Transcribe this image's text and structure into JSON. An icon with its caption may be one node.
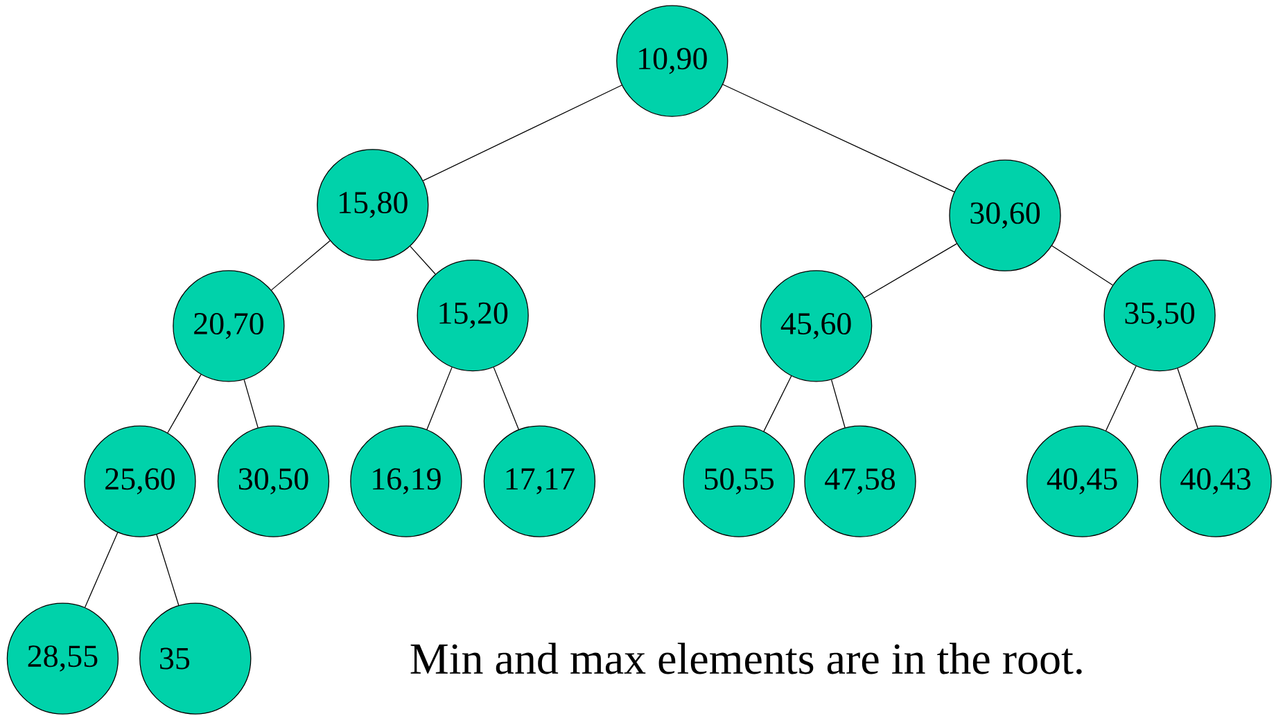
{
  "diagram": {
    "nodes": [
      {
        "text": [
          "10,90"
        ]
      },
      {
        "text": [
          "15,80"
        ]
      },
      {
        "text": [
          "30,60"
        ]
      },
      {
        "text": [
          "20,70"
        ]
      },
      {
        "text": [
          "15,20"
        ]
      },
      {
        "text": [
          "45,60"
        ]
      },
      {
        "text": [
          "35,50"
        ]
      },
      {
        "text": [
          "25,60"
        ]
      },
      {
        "text": [
          "30,50"
        ]
      },
      {
        "text": [
          "16,19"
        ]
      },
      {
        "text": [
          "17,17"
        ]
      },
      {
        "text": [
          "50,55"
        ]
      },
      {
        "text": [
          "47,58"
        ]
      },
      {
        "text": [
          "40,45"
        ]
      },
      {
        "text": [
          "40,43"
        ]
      },
      {
        "text": [
          "28,55"
        ]
      },
      {
        "text": [
          "35"
        ]
      }
    ],
    "edges": [
      {
        "from": 0,
        "to": 1,
        "arrow": "none"
      },
      {
        "from": 0,
        "to": 2,
        "arrow": "none"
      },
      {
        "from": 1,
        "to": 3,
        "arrow": "none"
      },
      {
        "from": 1,
        "to": 4,
        "arrow": "none"
      },
      {
        "from": 2,
        "to": 5,
        "arrow": "none"
      },
      {
        "from": 2,
        "to": 6,
        "arrow": "none"
      },
      {
        "from": 3,
        "to": 7,
        "arrow": "none"
      },
      {
        "from": 3,
        "to": 8,
        "arrow": "none"
      },
      {
        "from": 4,
        "to": 9,
        "arrow": "none"
      },
      {
        "from": 4,
        "to": 10,
        "arrow": "none"
      },
      {
        "from": 5,
        "to": 11,
        "arrow": "none"
      },
      {
        "from": 5,
        "to": 12,
        "arrow": "none"
      },
      {
        "from": 6,
        "to": 13,
        "arrow": "none"
      },
      {
        "from": 6,
        "to": 14,
        "arrow": "none"
      },
      {
        "from": 7,
        "to": 15,
        "arrow": "none"
      },
      {
        "from": 7,
        "to": 16,
        "arrow": "none"
      }
    ],
    "labels": [
      "Min and max elements are in the root."
    ]
  }
}
